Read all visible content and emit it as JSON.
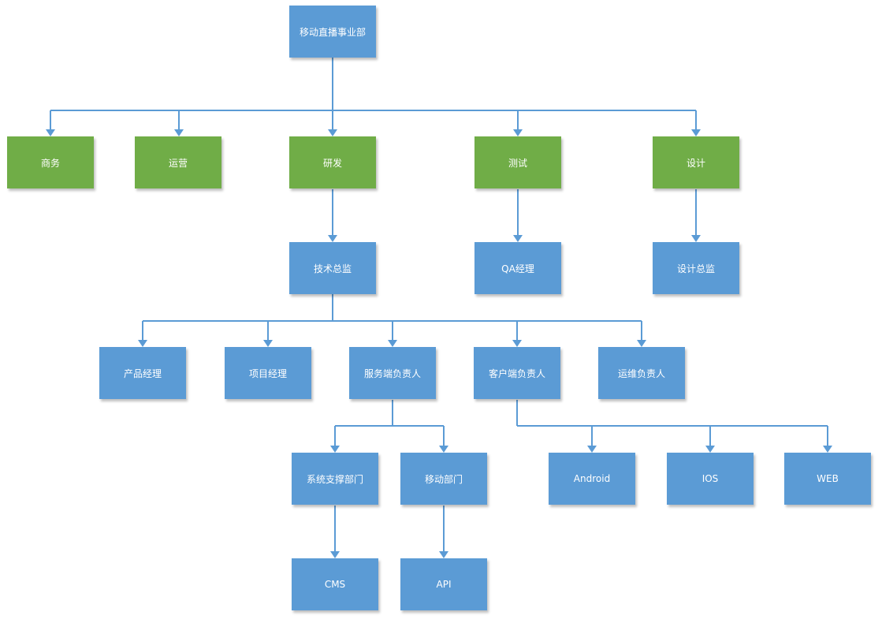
{
  "colors": {
    "blue_node": "#5B9BD5",
    "green_node": "#70AD47",
    "connector": "#5B9BD5"
  },
  "nodes": {
    "root": "移动直播事业部",
    "business": "商务",
    "operations": "运营",
    "rnd": "研发",
    "testing": "测试",
    "design": "设计",
    "cto": "技术总监",
    "qa_manager": "QA经理",
    "design_director": "设计总监",
    "product_manager": "产品经理",
    "project_manager": "项目经理",
    "server_lead": "服务端负责人",
    "client_lead": "客户端负责人",
    "ops_lead": "运维负责人",
    "system_support": "系统支撑部门",
    "mobile_dept": "移动部门",
    "android": "Android",
    "ios": "IOS",
    "web": "WEB",
    "cms": "CMS",
    "api": "API"
  }
}
